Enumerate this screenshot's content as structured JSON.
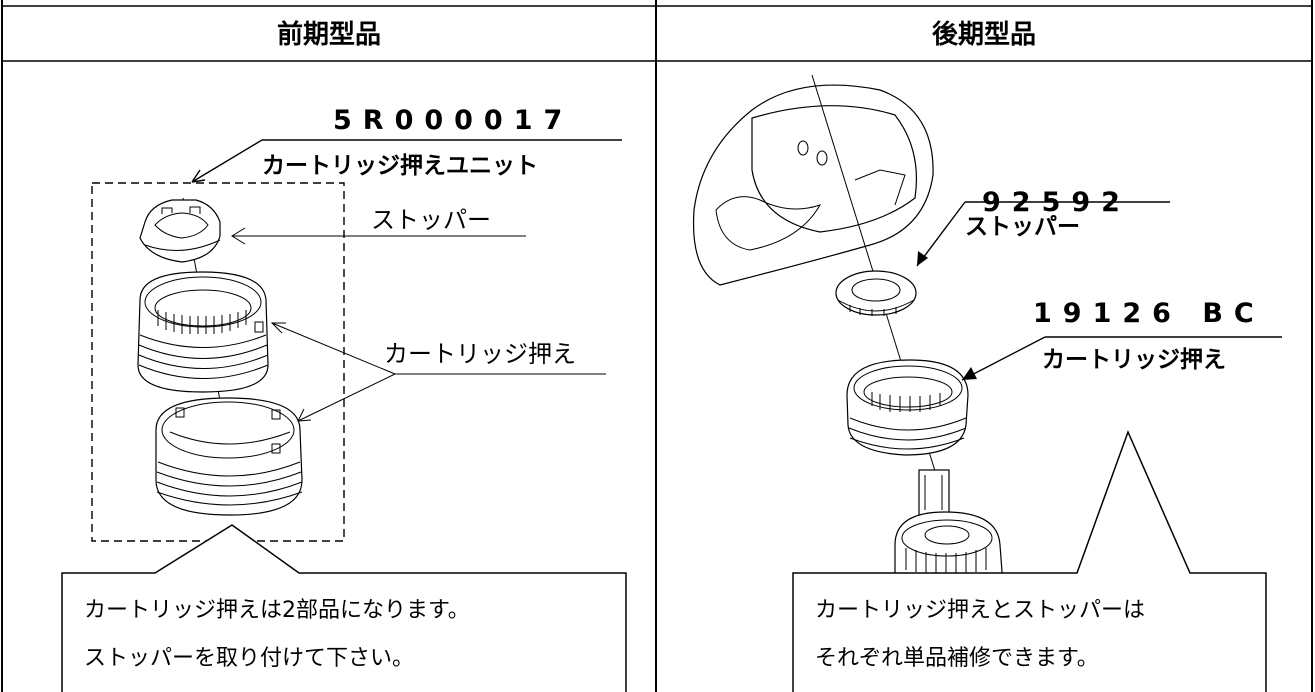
{
  "left": {
    "header": "前期型品",
    "part_number": "5R000017",
    "part_name": "カートリッジ押えユニット",
    "label_stopper": "ストッパー",
    "label_cartridge_holder": "カートリッジ押え",
    "note_line1": "カートリッジ押えは2部品になります。",
    "note_line2": "ストッパーを取り付けて下さい。"
  },
  "right": {
    "header": "後期型品",
    "stopper_number": "92592",
    "stopper_name": "ストッパー",
    "holder_number": "19126 BC",
    "holder_name": "カートリッジ押え",
    "note_line1": "カートリッジ押えとストッパーは",
    "note_line2": "それぞれ単品補修できます。"
  }
}
